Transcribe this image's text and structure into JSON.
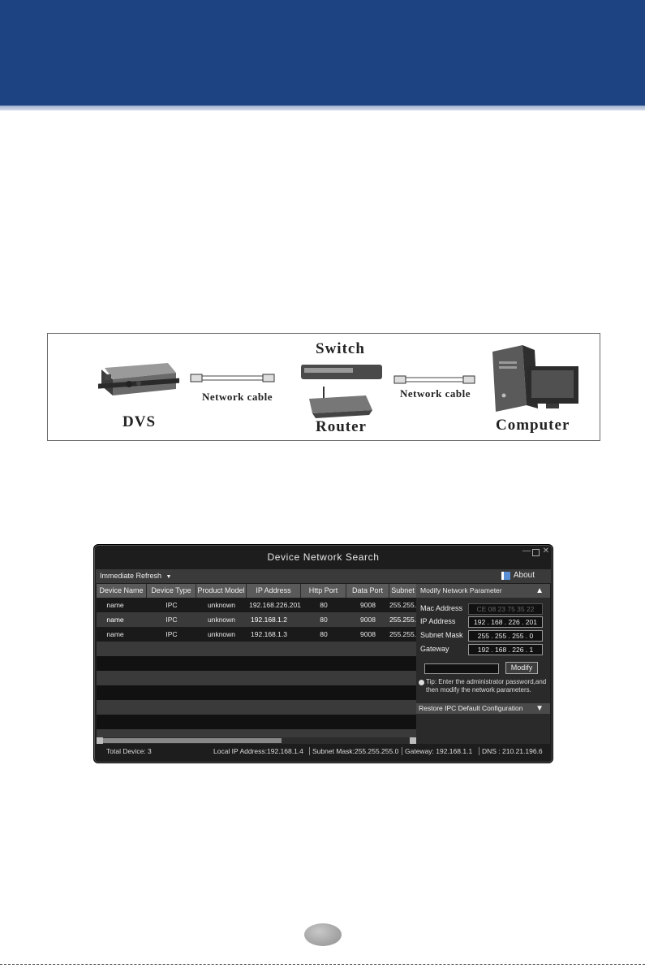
{
  "diagram": {
    "labels": {
      "switch": "Switch",
      "router": "Router",
      "dvs": "DVS",
      "computer": "Computer",
      "cable_left": "Network cable",
      "cable_right": "Network cable"
    }
  },
  "window": {
    "title": "Device Network Search",
    "toolbar": {
      "refresh": "Immediate Refresh",
      "refresh_arrow": "▼",
      "about": "About"
    },
    "columns": [
      "Device Name",
      "Device Type",
      "Product Model",
      "IP Address",
      "Http Port",
      "Data Port",
      "Subnet"
    ],
    "rows": [
      {
        "name": "name",
        "type": "IPC",
        "model": "unknown",
        "ip": "192.168.226.201",
        "http": "80",
        "data": "9008",
        "subnet": "255.255."
      },
      {
        "name": "name",
        "type": "IPC",
        "model": "unknown",
        "ip": "192.168.1.2",
        "http": "80",
        "data": "9008",
        "subnet": "255.255."
      },
      {
        "name": "name",
        "type": "IPC",
        "model": "unknown",
        "ip": "192.168.1.3",
        "http": "80",
        "data": "9008",
        "subnet": "255.255."
      }
    ],
    "panel": {
      "header": "Modify Network Parameter",
      "header_arrow": "▲",
      "mac_label": "Mac Address",
      "mac_value": "CE 08 23 75 35 22",
      "ip_label": "IP Address",
      "ip_value": "192 . 168 . 226 . 201",
      "mask_label": "Subnet Mask",
      "mask_value": "255 . 255 . 255 . 0",
      "gateway_label": "Gateway",
      "gateway_value": "192 . 168 . 226 . 1",
      "modify_button": "Modify",
      "tip": "Tip: Enter the administrator password,and then modify the network parameters.",
      "restore": "Restore IPC Default Configuration",
      "restore_arrow": "▼"
    },
    "status": {
      "total": "Total Device: 3",
      "local_ip": "Local IP Address:192.168.1.4",
      "subnet": "Subnet Mask:255.255.255.0",
      "gateway": "Gateway: 192.168.1.1",
      "dns": "DNS : 210.21.196.6"
    }
  },
  "colors": {
    "header_band": "#1e4383",
    "window_bg": "#1d1d1d"
  }
}
